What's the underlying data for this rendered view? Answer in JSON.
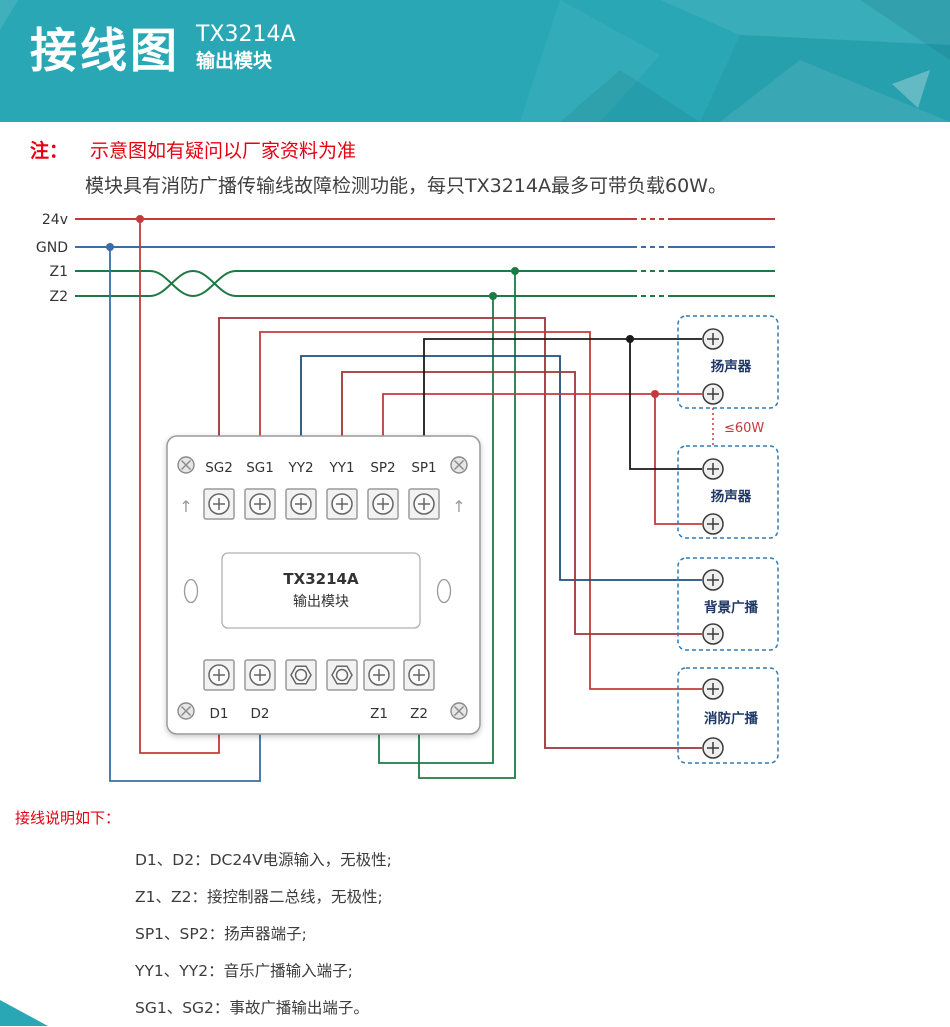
{
  "colors": {
    "teal": "#2AA7B5",
    "note_red": "#E60012",
    "dark_text": "#404040",
    "bus_24v_red": "#C23B3B",
    "bus_gnd_blue": "#3A6EA5",
    "bus_z_green": "#1E7A45",
    "wire_black": "#1a1a1a",
    "wire_red": "#C23B3B",
    "wire_dark_red": "#9E3039",
    "wire_navy": "#1F4E79",
    "wire_maroon": "#A03535",
    "device_box_blue": "#2E79B5",
    "device_text": "#1F3864"
  },
  "header": {
    "title": "接线图",
    "model": "TX3214A",
    "subtitle": "输出模块"
  },
  "notes": {
    "label": "注：",
    "warning": "示意图如有疑问以厂家资料为准",
    "description": "模块具有消防广播传输线故障检测功能，每只TX3214A最多可带负载60W。"
  },
  "bus": {
    "labels": [
      "24v",
      "GND",
      "Z1",
      "Z2"
    ]
  },
  "module": {
    "name": "TX3214A",
    "type": "输出模块",
    "top_terminals": [
      "SG2",
      "SG1",
      "YY2",
      "YY1",
      "SP2",
      "SP1"
    ],
    "bottom_terminals": [
      "D1",
      "D2",
      "Z1",
      "Z2"
    ]
  },
  "devices": [
    {
      "label": "扬声器"
    },
    {
      "label": "扬声器"
    },
    {
      "label": "背景广播"
    },
    {
      "label": "消防广播"
    }
  ],
  "power_limit": "≤60W",
  "instructions": {
    "title": "接线说明如下：",
    "items": [
      "D1、D2：DC24V电源输入，无极性;",
      "Z1、Z2：接控制器二总线，无极性;",
      "SP1、SP2：扬声器端子;",
      "YY1、YY2：音乐广播输入端子;",
      "SG1、SG2：事故广播输出端子。"
    ]
  }
}
